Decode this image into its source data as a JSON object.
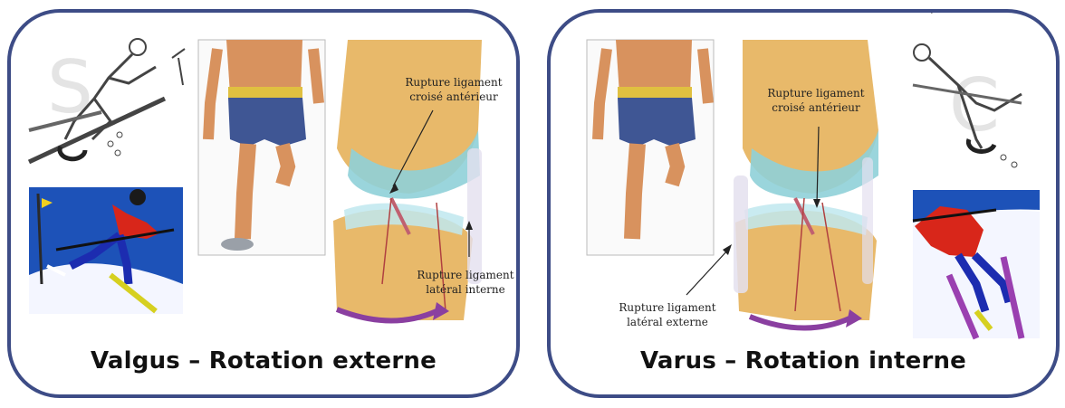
{
  "panels": [
    {
      "caption": "Valgus – Rotation externe",
      "labels": [
        {
          "lines": [
            "Rupture ligament",
            "croisé antérieur"
          ]
        },
        {
          "lines": [
            "Rupture ligament",
            "latéral interne"
          ]
        }
      ]
    },
    {
      "caption": "Varus – Rotation interne",
      "labels": [
        {
          "lines": [
            "Rupture ligament",
            "croisé antérieur"
          ]
        },
        {
          "lines": [
            "Rupture ligament",
            "latéral externe"
          ]
        }
      ]
    }
  ],
  "colors": {
    "border": "#3d4c86",
    "bone": "#e8b96a",
    "cartilage": "#8fd0d8",
    "arrow": "#8a3fa0"
  }
}
